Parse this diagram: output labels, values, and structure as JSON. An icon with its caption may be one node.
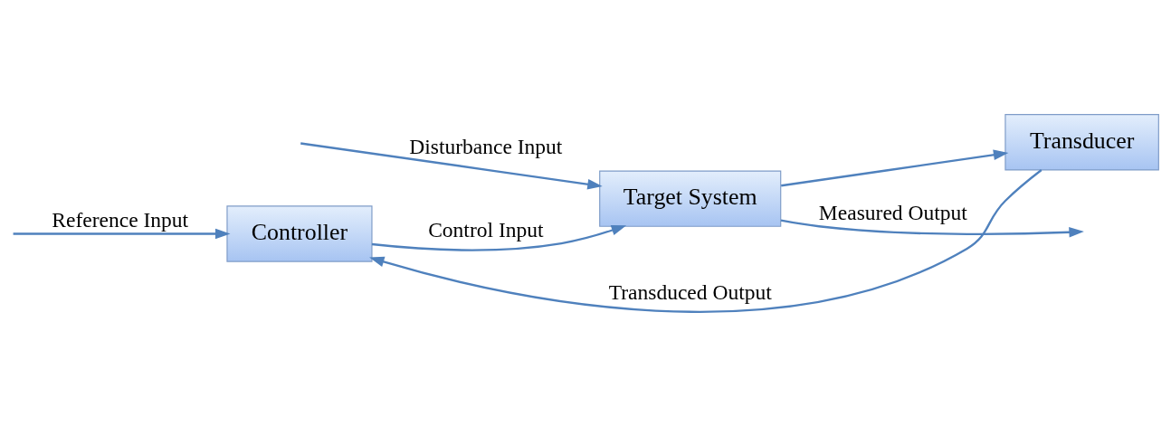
{
  "diagram": {
    "nodes": [
      {
        "text": [
          "Controller"
        ]
      },
      {
        "text": [
          "Target System"
        ]
      },
      {
        "text": [
          "Transducer"
        ]
      }
    ],
    "edges": [
      {
        "from": null,
        "to": 0,
        "arrow": "to",
        "label": "Reference Input"
      },
      {
        "from": 0,
        "to": 1,
        "arrow": "to",
        "label": "Control Input"
      },
      {
        "from": null,
        "to": 1,
        "arrow": "to",
        "label": "Disturbance Input"
      },
      {
        "from": 1,
        "to": null,
        "arrow": "to",
        "label": "Measured Output"
      },
      {
        "from": 1,
        "to": 2,
        "arrow": "to"
      },
      {
        "from": 2,
        "to": 0,
        "arrow": "to",
        "label": "Transduced Output"
      }
    ]
  }
}
